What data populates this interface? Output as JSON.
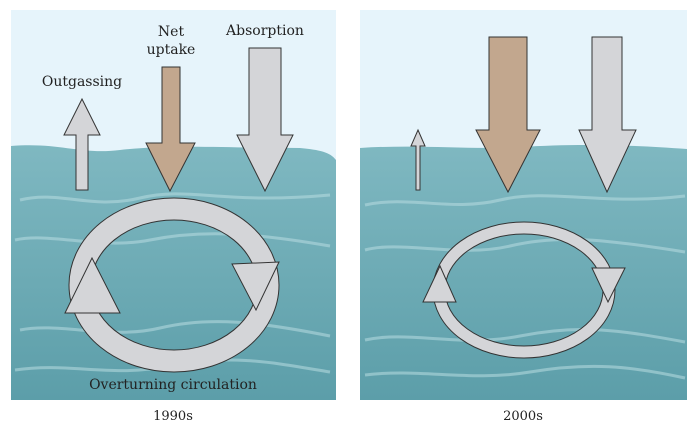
{
  "panels": [
    {
      "caption": "1990s",
      "labels": {
        "outgassing": "Outgassing",
        "net_uptake_line1": "Net",
        "net_uptake_line2": "uptake",
        "absorption": "Absorption",
        "circulation": "Overturning circulation"
      }
    },
    {
      "caption": "2000s"
    }
  ],
  "colors": {
    "sky": "#e6f4fb",
    "water": "#6aa9b4",
    "water_light": "#9fcbd2",
    "arrow_gray": "#d4d5d8",
    "arrow_brown": "#c2a78e",
    "outline": "#333333"
  }
}
